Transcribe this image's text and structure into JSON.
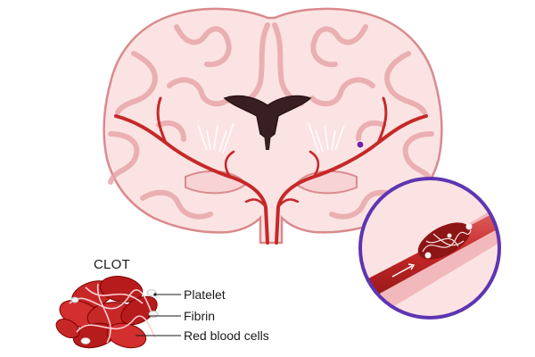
{
  "clot_title": "CLOT",
  "labels": {
    "platelet": "Platelet",
    "fibrin": "Fibrin",
    "red_blood_cells": "Red blood cells"
  },
  "colors": {
    "brain_tissue": "#fbe3e3",
    "brain_outline": "#d98a8e",
    "artery": "#c62828",
    "clot_red": "#b71c1c",
    "magnifier_ring": "#5e35b1",
    "platelet": "#f4f4f4"
  }
}
